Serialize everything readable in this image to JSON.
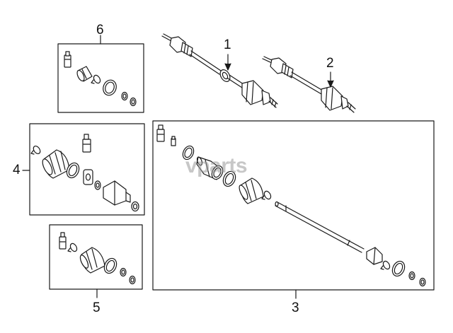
{
  "callouts": {
    "c1": "1",
    "c2": "2",
    "c3": "3",
    "c4": "4",
    "c5": "5",
    "c6": "6"
  },
  "watermark": "vparts",
  "colors": {
    "line": "#1a1a1a",
    "background": "#ffffff",
    "watermark": "#9a9a9a"
  }
}
